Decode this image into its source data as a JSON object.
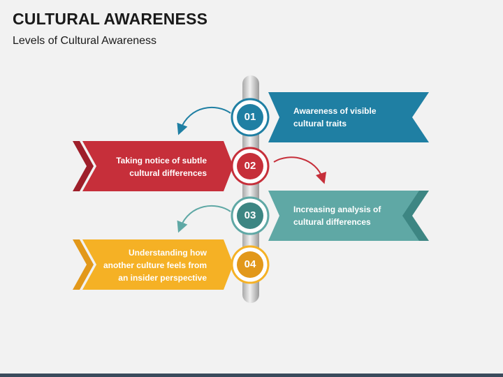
{
  "header": {
    "title": "CULTURAL AWARENESS",
    "subtitle": "Levels of Cultural Awareness"
  },
  "colors": {
    "step1": "#1f7fa3",
    "step2": "#c62f3a",
    "step3": "#5fa8a5",
    "step4": "#f5b125",
    "pole": "#c9c9c9"
  },
  "steps": [
    {
      "number": "01",
      "text_line1": "Awareness of visible",
      "text_line2": "cultural traits",
      "text_line3": ""
    },
    {
      "number": "02",
      "text_line1": "Taking notice of subtle",
      "text_line2": "cultural differences",
      "text_line3": ""
    },
    {
      "number": "03",
      "text_line1": "Increasing analysis of",
      "text_line2": "cultural differences",
      "text_line3": ""
    },
    {
      "number": "04",
      "text_line1": "Understanding how",
      "text_line2": "another culture feels from",
      "text_line3": "an insider perspective"
    }
  ]
}
